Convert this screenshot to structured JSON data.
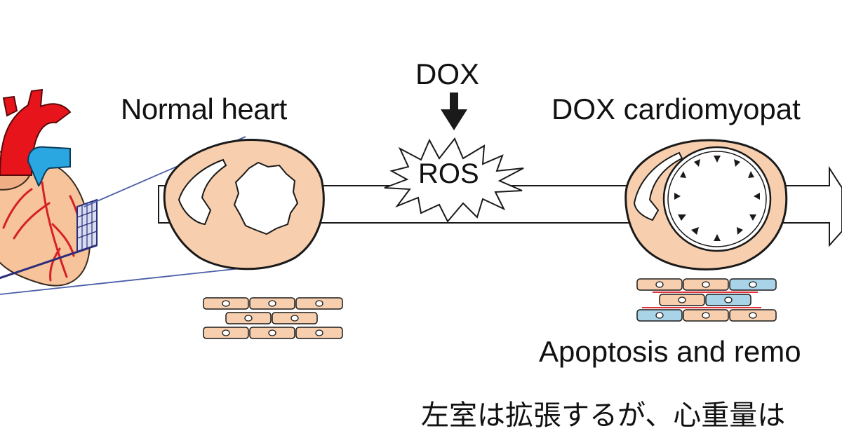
{
  "labels": {
    "normal_heart": "Normal heart",
    "dox": "DOX",
    "ros": "ROS",
    "dox_cardiomyopathy": "DOX cardiomyopat",
    "apoptosis": "Apoptosis and remo",
    "japanese_caption": "左室は拡張するが、心重量は"
  },
  "colors": {
    "tissue": "#f7cfae",
    "outline": "#1a1a1a",
    "aorta_red": "#e8141b",
    "pulmonary_blue": "#2aa7e0",
    "heart_body": "#f6c39a",
    "zoom_line": "#4a5fa8",
    "damaged_cell": "#a9d4e8",
    "apoptosis_red": "#e0303a"
  }
}
